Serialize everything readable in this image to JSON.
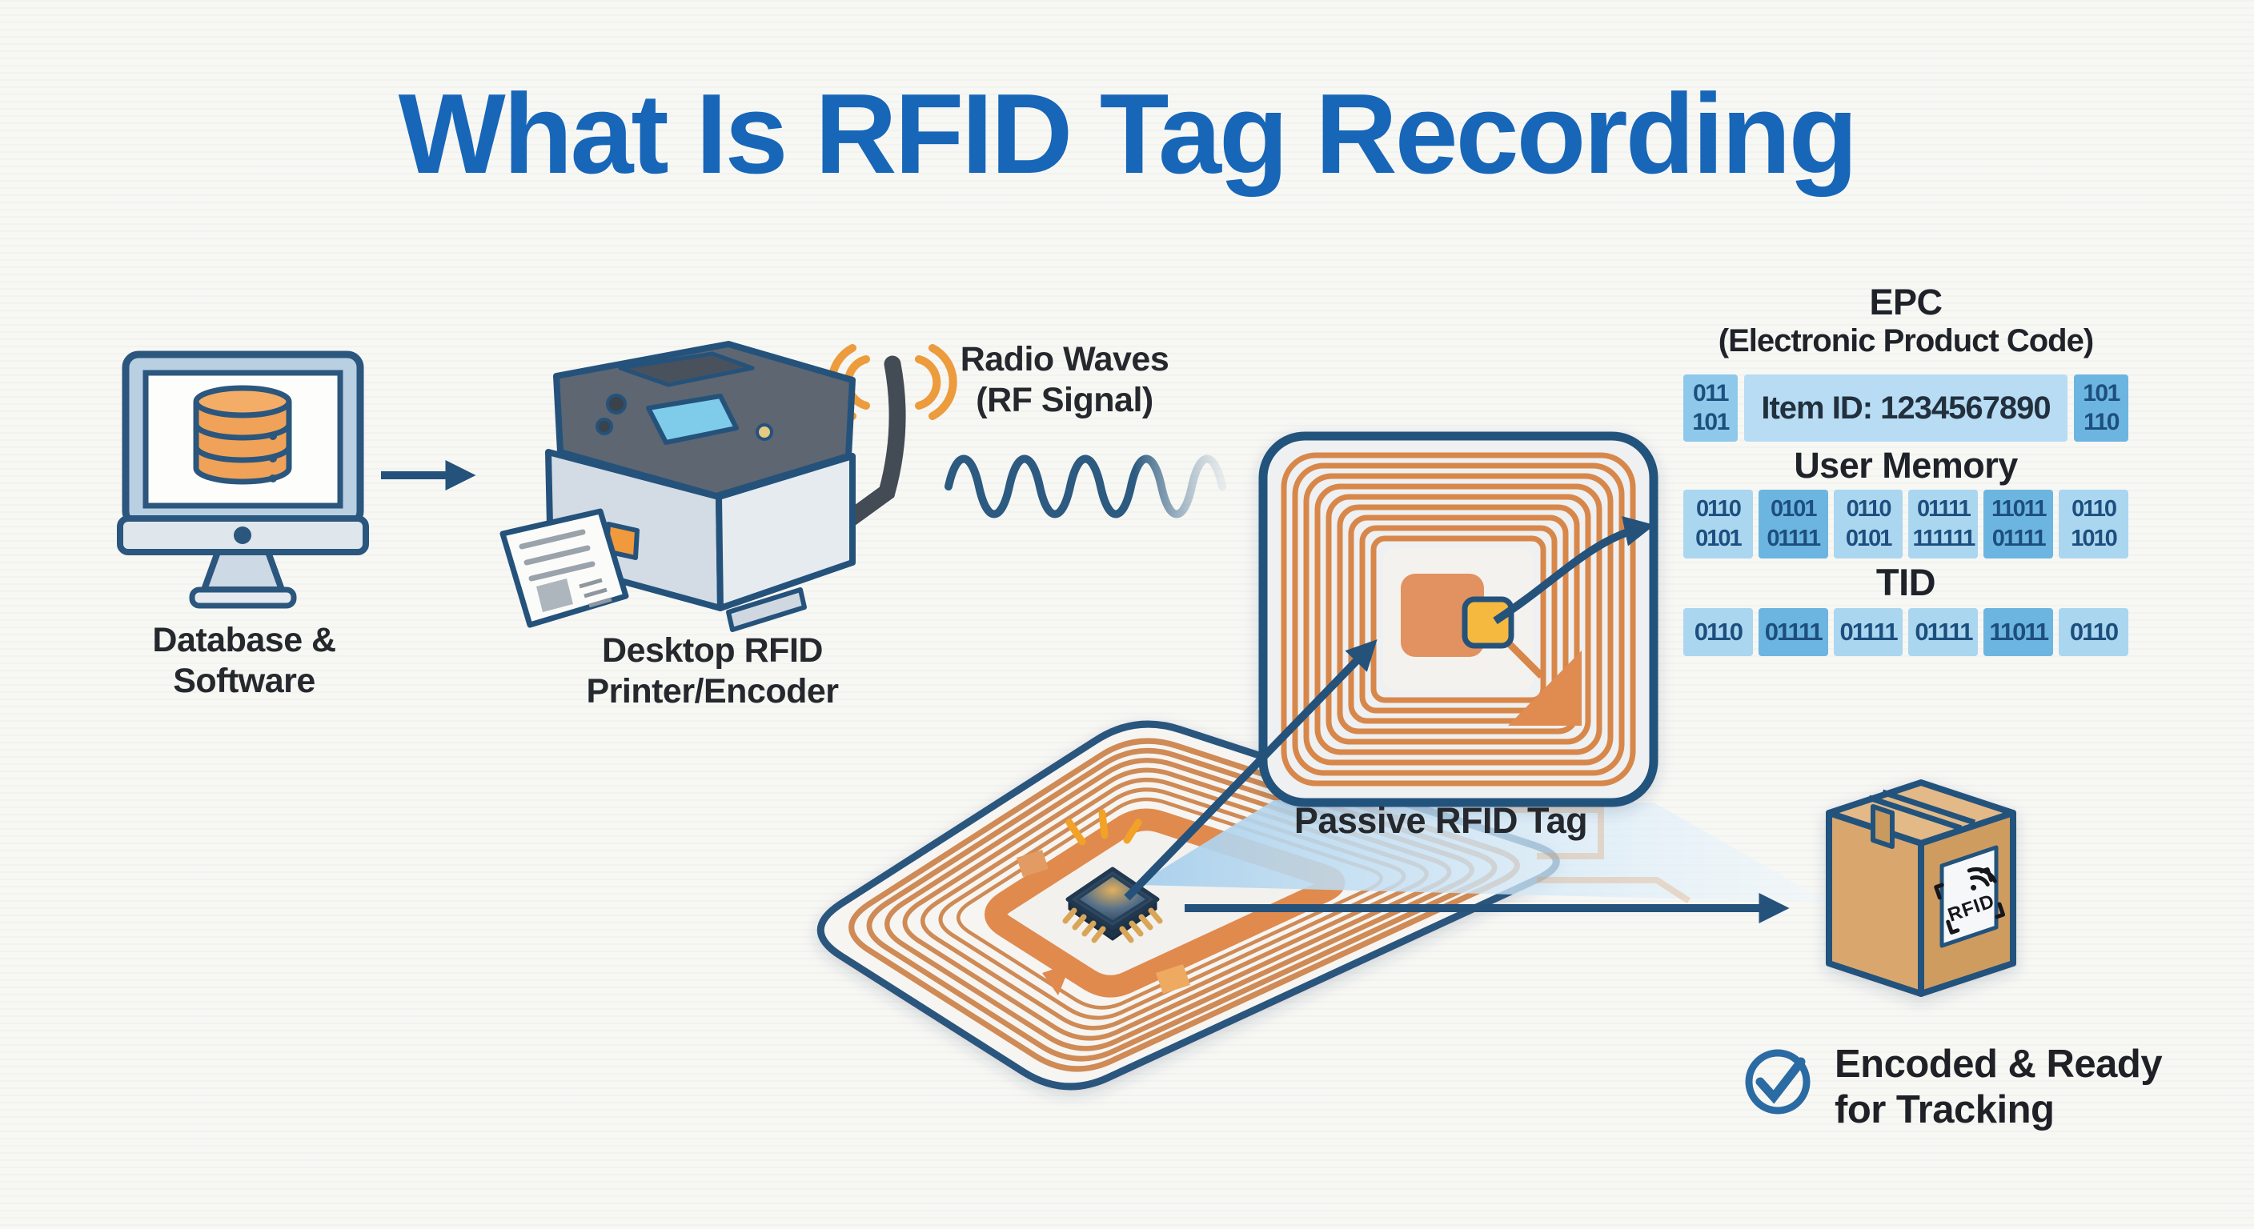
{
  "title": "What Is RFID Tag Recording",
  "colors": {
    "title_blue": "#1766b8",
    "outline_navy": "#24527b",
    "coil_orange": "#d8874a",
    "accent_orange": "#f0993d",
    "cell_light_blue": "#aad6f0",
    "cell_dark_blue": "#6cb5e1",
    "beam_blue": "#bcdaef",
    "box_tan": "#d9a76e"
  },
  "flow": {
    "database": {
      "label": [
        "Database &",
        "Software"
      ]
    },
    "printer": {
      "label": [
        "Desktop RFID",
        "Printer/Encoder"
      ]
    },
    "radio_waves": {
      "label": [
        "Radio Waves",
        "(RF Signal)"
      ]
    },
    "passive_tag": {
      "label": "Passive RFID Tag"
    },
    "package": {
      "sticker_text": "RFID"
    },
    "status": {
      "label": [
        "Encoded & Ready",
        "for Tracking"
      ]
    }
  },
  "memory_banks": {
    "epc": {
      "title": "EPC",
      "subtitle": "(Electronic Product Code)",
      "prefix_bits": [
        "011",
        "101"
      ],
      "item_id": "Item ID: 1234567890",
      "suffix_bits": [
        "101",
        "110"
      ]
    },
    "user_memory": {
      "title": "User Memory",
      "cells": [
        [
          "0110",
          "0101"
        ],
        [
          "0101",
          "01111"
        ],
        [
          "0110",
          "0101"
        ],
        [
          "01111",
          "111111"
        ],
        [
          "11011",
          "01111"
        ],
        [
          "0110",
          "1010"
        ]
      ]
    },
    "tid": {
      "title": "TID",
      "cells": [
        "0110",
        "01111",
        "01111",
        "01111",
        "11011",
        "0110"
      ]
    }
  }
}
